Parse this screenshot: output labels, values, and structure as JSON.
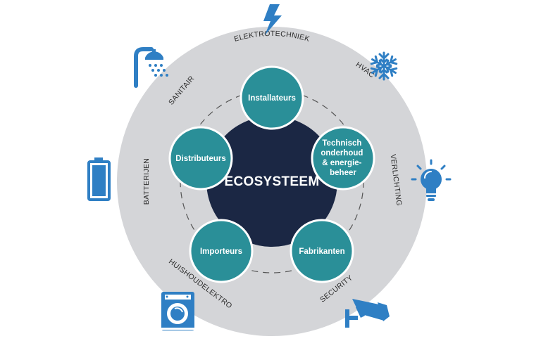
{
  "center": {
    "label": "ECOSYSTEEM"
  },
  "nodes": [
    {
      "id": "installateurs",
      "lines": [
        "Installateurs"
      ]
    },
    {
      "id": "technisch",
      "lines": [
        "Technisch",
        "onderhoud",
        "& energie-",
        "beheer"
      ]
    },
    {
      "id": "fabrikanten",
      "lines": [
        "Fabrikanten"
      ]
    },
    {
      "id": "importeurs",
      "lines": [
        "Importeurs"
      ]
    },
    {
      "id": "distributeurs",
      "lines": [
        "Distributeurs"
      ]
    }
  ],
  "sectors": [
    {
      "id": "elektrotechniek",
      "label": "ELEKTROTECHNIEK",
      "icon": "lightning-bolt-icon"
    },
    {
      "id": "hvac",
      "label": "HVAC",
      "icon": "snowflake-icon"
    },
    {
      "id": "verlichting",
      "label": "VERLICHTING",
      "icon": "light-bulb-icon"
    },
    {
      "id": "security",
      "label": "SECURITY",
      "icon": "security-camera-icon"
    },
    {
      "id": "huishoudelektro",
      "label": "HUISHOUDELEKTRO",
      "icon": "washing-machine-icon"
    },
    {
      "id": "batterijen",
      "label": "BATTERIJEN",
      "icon": "battery-icon"
    },
    {
      "id": "sanitair",
      "label": "SANITAIR",
      "icon": "shower-icon"
    }
  ],
  "colors": {
    "outer_ring": "#d4d5d8",
    "center": "#1b2744",
    "node": "#2a8f98",
    "node_border": "#ffffff",
    "icon": "#2f7fc4",
    "dash": "#555555"
  }
}
